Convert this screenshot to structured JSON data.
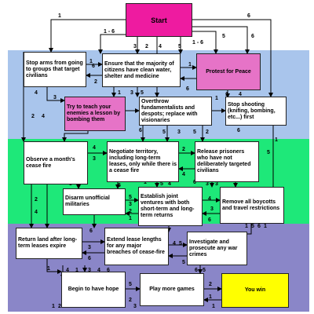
{
  "colors": {
    "band_top": "#a9c5ec",
    "band_middle": "#1ee879",
    "band_bottom": "#8a86c8",
    "start_fill": "#ee1ba0",
    "pink_fill": "#e673c7",
    "win_fill": "#ffff00"
  },
  "nodes": {
    "start": "Start",
    "stop_arms": "Stop arms from going to groups that target civilians",
    "clean_water": "Ensure that the majority of citizens have clean water, shelter and medicine",
    "protest": "Protest for Peace",
    "teach_lesson": "Try to teach your enemies a lesson by bombing them",
    "overthrow": "Overthrow fundamentalists and despots; replace with visionaries",
    "stop_shooting": "Stop shooting (knifing, bombing, etc...) first",
    "cease_fire": "Observe a month's cease fire",
    "negotiate": "Negotiate territory, including long-term leases, only while there is a cease fire",
    "release": "Release prisoners who have not deliberately targeted civilians",
    "disarm": "Disarm unofficial militaries",
    "joint_ventures": "Establish joint ventures with both short-term and long-term returns",
    "boycotts": "Remove all boycotts and travel restrictions",
    "return_land": "Return land after long-term leases expire",
    "extend_lease": "Extend lease lengths for any major breaches of cease-fire",
    "investigate": "Investigate and prosecute any war crimes",
    "hope": "Begin to have hope",
    "play_more": "Play more games",
    "you_win": "You win"
  },
  "edge_labels": [
    "1",
    "6",
    "1 - 6",
    "3",
    "2",
    "4",
    "5",
    "1 - 6",
    "5",
    "6",
    "1",
    "1",
    "2",
    "3",
    "4",
    "6",
    "2",
    "4",
    "3",
    "1",
    "5",
    "6",
    "1",
    "1",
    "4",
    "2",
    "6",
    "5",
    "3",
    "5",
    "2",
    "6",
    "1",
    "5",
    "3",
    "4",
    "2",
    "4",
    "5",
    "6",
    "3",
    "1",
    "5",
    "4",
    "6",
    "3",
    "3",
    "2",
    "4",
    "5",
    "3",
    "2",
    "1",
    "3",
    "4",
    "6",
    "5",
    "1",
    "5",
    "6",
    "1",
    "2",
    "6",
    "3",
    "6",
    "3",
    "4",
    "5",
    "5",
    "6",
    "5",
    "1",
    "4",
    "1",
    "3",
    "4",
    "6",
    "5",
    "6",
    "2",
    "1",
    "1",
    "2",
    "3",
    "1",
    "2",
    "3",
    "4",
    "5",
    "6",
    "1"
  ]
}
